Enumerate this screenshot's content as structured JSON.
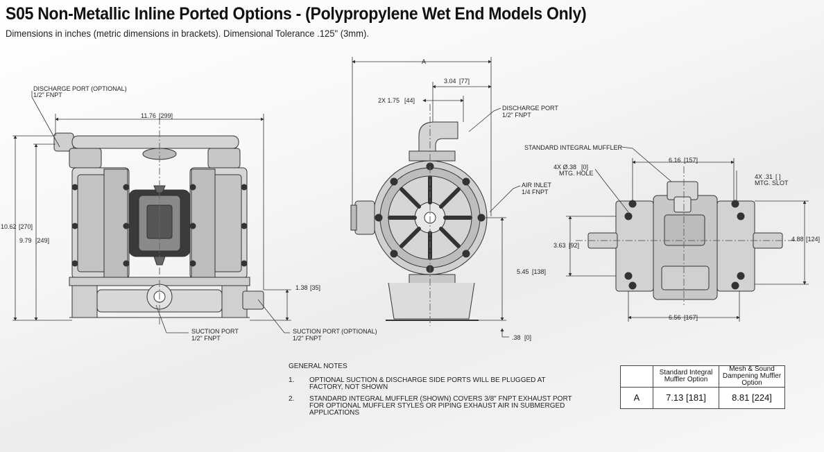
{
  "header": {
    "title": "S05 Non-Metallic Inline Ported Options - (Polypropylene Wet End Models Only)",
    "subtitle": "Dimensions in inches (metric dimensions in brackets). Dimensional Tolerance .125\" (3mm)."
  },
  "front_view": {
    "discharge_port_optional": "DISCHARGE PORT (OPTIONAL)",
    "discharge_port_optional_size": "1/2\" FNPT",
    "width": "11.76",
    "width_mm": "[299]",
    "height_total": "10.62",
    "height_total_mm": "[270]",
    "height_port": "9.79",
    "height_port_mm": "[249]",
    "suction_offset": "1.38",
    "suction_offset_mm": "[35]",
    "suction_port": "SUCTION PORT",
    "suction_port_size": "1/2\" FNPT",
    "suction_port_optional": "SUCTION PORT (OPTIONAL)",
    "suction_port_optional_size": "1/2\" FNPT"
  },
  "side_view": {
    "dim_a": "A",
    "dim_top": "3.04",
    "dim_top_mm": "[77]",
    "dim_2x": "2X 1.75",
    "dim_2x_mm": "[44]",
    "discharge_port": "DISCHARGE PORT",
    "discharge_port_size": "1/2\" FNPT",
    "air_inlet": "AIR INLET",
    "air_inlet_size": "1/4 FNPT",
    "height": "5.45",
    "height_mm": "[138]",
    "base": ".38",
    "base_mm": "[0]"
  },
  "top_view": {
    "muffler": "STANDARD INTEGRAL MUFFLER",
    "hole_spec": "4X Ø.38",
    "hole_spec_mm": "[0]",
    "hole_label": "MTG. HOLE",
    "slot_spec": "4X .31",
    "slot_spec_mm": "[ ]",
    "slot_label": "MTG. SLOT",
    "dim_616": "6.16",
    "dim_616_mm": "[157]",
    "dim_656": "6.56",
    "dim_656_mm": "[167]",
    "dim_363": "3.63",
    "dim_363_mm": "[92]",
    "dim_488": "4.88",
    "dim_488_mm": "[124]"
  },
  "notes": {
    "heading": "GENERAL NOTES",
    "items": [
      {
        "num": "1.",
        "text": "Optional suction & discharge side ports will be plugged at factory, not shown"
      },
      {
        "num": "2.",
        "text": "Standard integral muffler (shown) covers 3/8\" FNPT exhaust port for optional muffler styles or piping exhaust air in submerged applications"
      }
    ]
  },
  "table": {
    "col1": "Standard Integral Muffler Option",
    "col2": "Mesh & Sound Dampening Muffler Option",
    "row_label": "A",
    "val1": "7.13 [181]",
    "val2": "8.81 [224]"
  },
  "colors": {
    "line": "#333333",
    "body": "#d8d8d8",
    "dark": "#2a2a2a"
  }
}
